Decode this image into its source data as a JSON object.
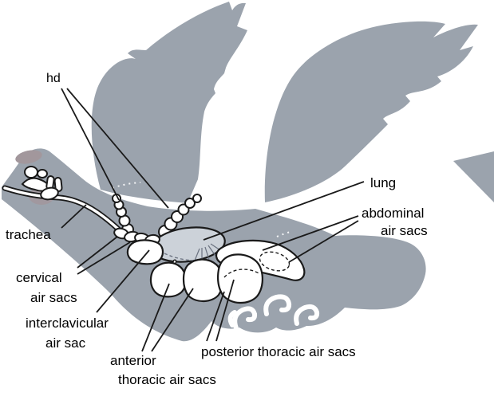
{
  "diagram": {
    "subject": "Bird respiratory system air sacs diagram",
    "colors": {
      "background": "#ffffff",
      "bird_body": "#9ba3ad",
      "head_patch": "#a2979c",
      "lung_fill": "#ccd2d9",
      "structure_fill": "#ffffff",
      "outline": "#1a1a1a",
      "label_text": "#000000"
    },
    "labels": {
      "hd": "hd",
      "trachea": "trachea",
      "cervical_line1": "cervical",
      "cervical_line2": "air sacs",
      "interclavicular_line1": "interclavicular",
      "interclavicular_line2": "air sac",
      "anterior_line1": "anterior",
      "anterior_line2": "thoracic air sacs",
      "posterior": "posterior thoracic air sacs",
      "lung": "lung",
      "abdominal_line1": "abdominal",
      "abdominal_line2": "air sacs"
    }
  }
}
